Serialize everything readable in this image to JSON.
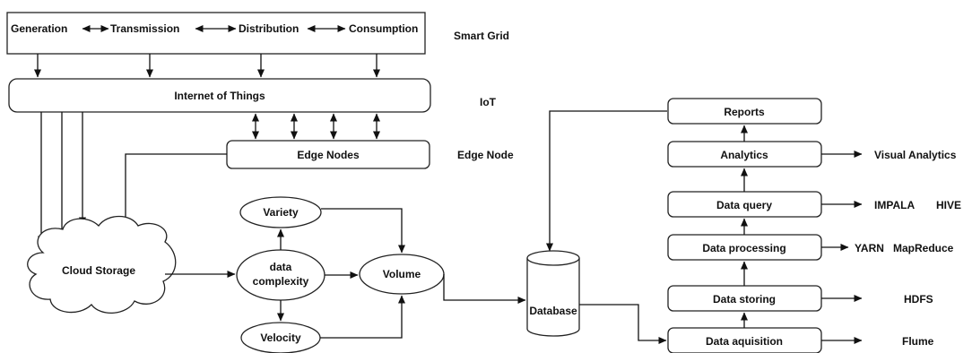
{
  "smart_grid": {
    "stages": [
      "Generation",
      "Transmission",
      "Distribution",
      "Consumption"
    ],
    "layer_label": "Smart Grid"
  },
  "iot": {
    "box_label": "Internet of Things",
    "layer_label": "IoT"
  },
  "edge": {
    "box_label": "Edge Nodes",
    "layer_label": "Edge Node"
  },
  "cloud": {
    "label": "Cloud Storage"
  },
  "complexity": {
    "center": [
      "data",
      "complexity"
    ],
    "variety": "Variety",
    "velocity": "Velocity",
    "volume": "Volume"
  },
  "database": {
    "label": "Database"
  },
  "pipeline": {
    "reports": "Reports",
    "analytics": "Analytics",
    "data_query": "Data query",
    "data_processing": "Data processing",
    "data_storing": "Data storing",
    "data_acquisition": "Data aquisition"
  },
  "tools": {
    "visual_analytics": "Visual Analytics",
    "impala": "IMPALA",
    "hive": "HIVE",
    "yarn": "YARN",
    "mapreduce": "MapReduce",
    "hdfs": "HDFS",
    "flume": "Flume"
  }
}
